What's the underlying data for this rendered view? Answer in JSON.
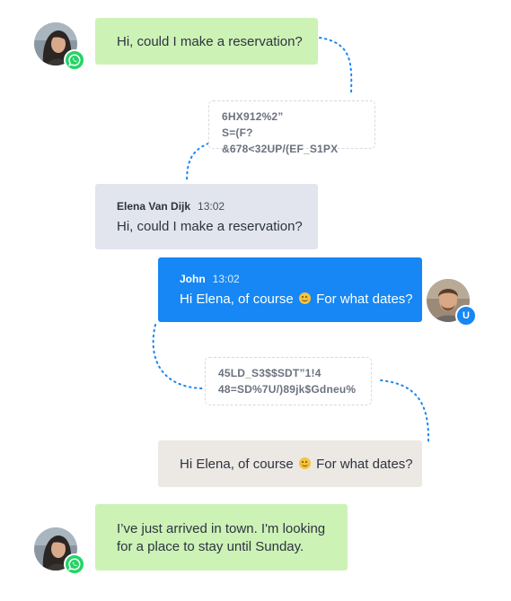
{
  "conversation": {
    "messages": [
      {
        "text": "Hi, could I make a reservation?"
      },
      {
        "encrypted_line1": "6HX912%2”",
        "encrypted_line2": "S=(F?&678<32UP/(EF_S1PX"
      },
      {
        "sender": "Elena Van Dijk",
        "time": "13:02",
        "text": "Hi, could I make a reservation?"
      },
      {
        "sender": "John",
        "time": "13:02",
        "text_before": "Hi Elena, of course",
        "text_after": "For what dates?"
      },
      {
        "encrypted_line1": "45LD_S3$$SDT”1!4",
        "encrypted_line2": "48=SD%7U/)89jk$Gdneu%"
      },
      {
        "text_before": "Hi Elena, of course",
        "text_after": "For what dates?"
      },
      {
        "text_line1": "I’ve just arrived in town. I'm looking",
        "text_line2": "for a place to stay until Sunday."
      }
    ]
  },
  "icons": {
    "whatsapp": "whatsapp-icon",
    "app_badge": "u-logo-icon",
    "emoji": "slightly-smiling-face-icon"
  },
  "colors": {
    "whatsapp_bubble": "#cdf2b6",
    "incoming_bubble": "#e2e5ee",
    "agent_bubble": "#1687f4",
    "translated_bubble": "#ece8e3",
    "whatsapp_green": "#25d366",
    "badge_blue": "#1687f4",
    "connector_blue": "#1687f4"
  },
  "badge": {
    "letter": "U"
  }
}
